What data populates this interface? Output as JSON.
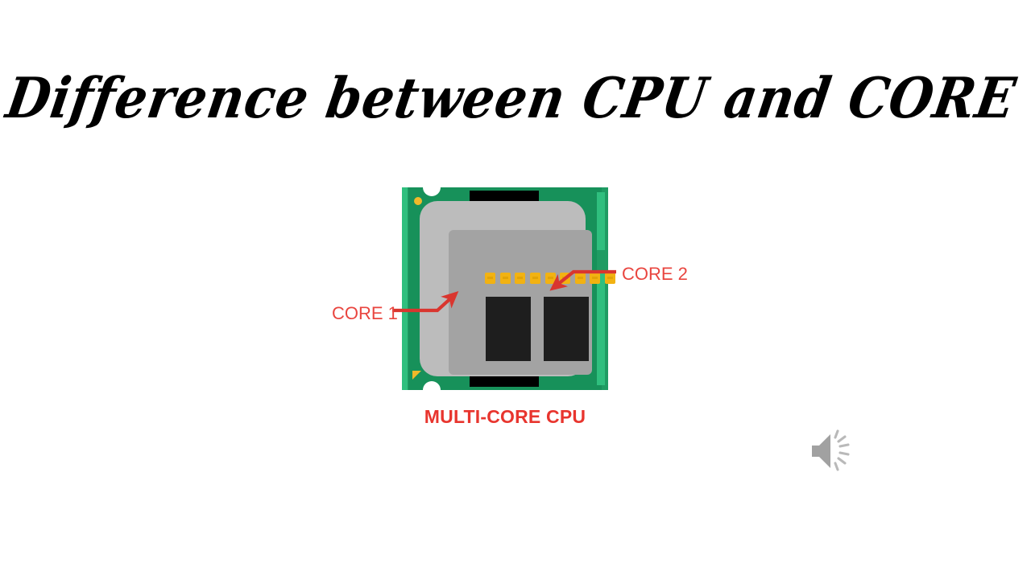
{
  "slide": {
    "title": "Difference between CPU and CORE",
    "background_color": "#ffffff"
  },
  "figure": {
    "caption": "MULTI-CORE CPU",
    "caption_color": "#e8352e",
    "pcb_color": "#1f9c63",
    "pcb_accent_color": "#2fbf7e",
    "heat_spreader_color": "#bcbcbc",
    "die_substrate_color": "#a3a3a3",
    "core_die_color": "#1e1e1e",
    "pad_color": "#f2b212",
    "corner_marker_color": "#f0b92a",
    "contact_bar_color": "#000000",
    "pad_count": 9,
    "cores": [
      {
        "id": "core-1",
        "name": "CORE 1"
      },
      {
        "id": "core-2",
        "name": "CORE 2"
      }
    ]
  },
  "callouts": [
    {
      "label": "CORE 1",
      "label_color": "#e9453f",
      "arrow_color": "#d9362f",
      "points_to": "core-1"
    },
    {
      "label": "CORE 2",
      "label_color": "#e9453f",
      "arrow_color": "#d9362f",
      "points_to": "core-2"
    }
  ],
  "media": {
    "audio_icon": "speaker-icon",
    "audio_icon_color": "#9a9a9a"
  }
}
